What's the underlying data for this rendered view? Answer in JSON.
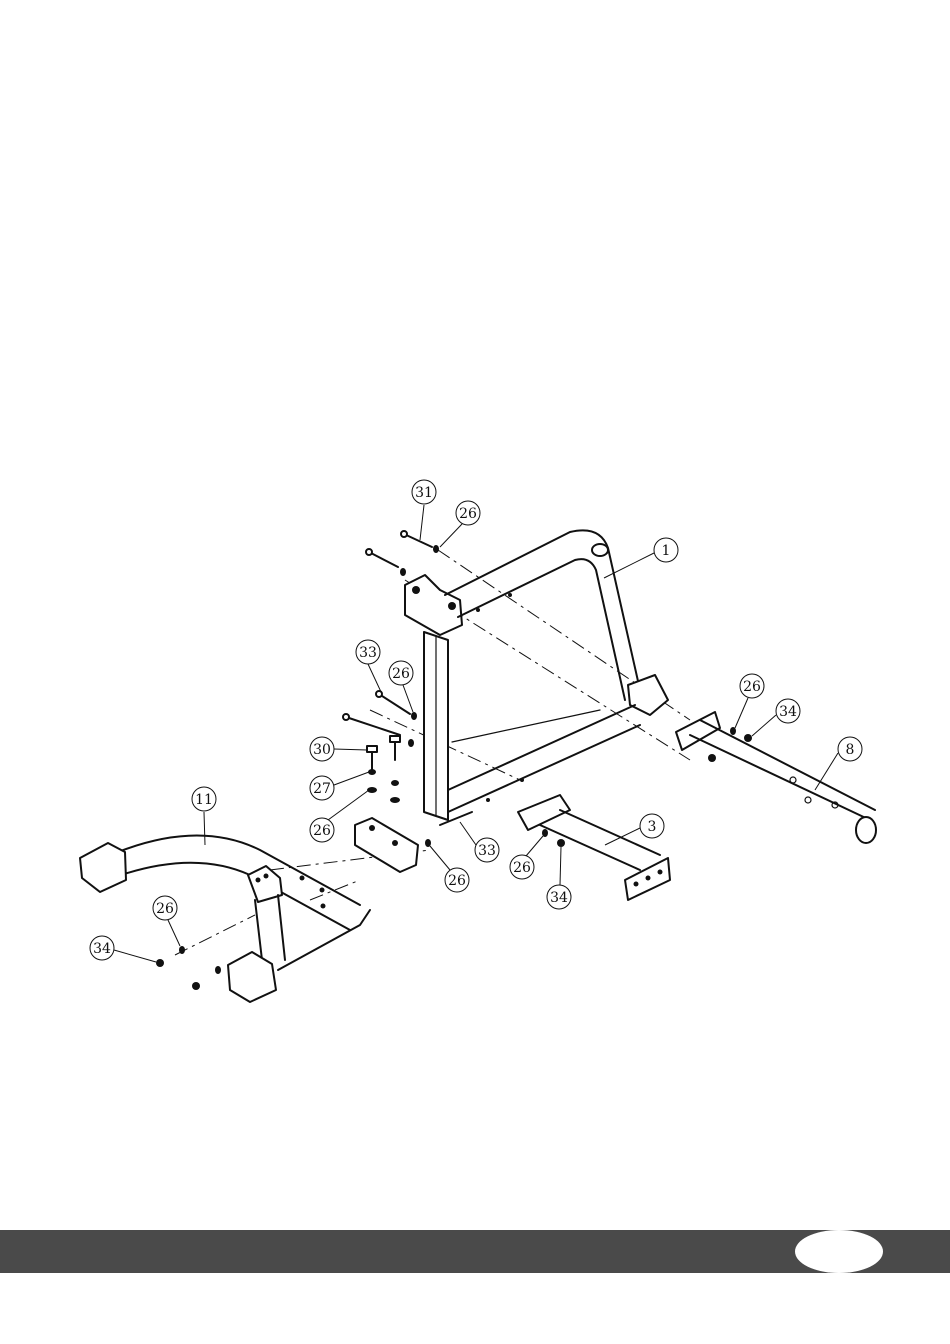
{
  "diagram": {
    "parts": [
      {
        "id": "part-1",
        "label": "1",
        "name": "main-frame"
      },
      {
        "id": "part-3",
        "label": "3",
        "name": "bracket"
      },
      {
        "id": "part-8",
        "label": "8",
        "name": "tube"
      },
      {
        "id": "part-11",
        "label": "11",
        "name": "base-frame"
      }
    ],
    "callouts": [
      {
        "key": "c31",
        "label": "31"
      },
      {
        "key": "c26a",
        "label": "26"
      },
      {
        "key": "c1",
        "label": "1"
      },
      {
        "key": "c33a",
        "label": "33"
      },
      {
        "key": "c26b",
        "label": "26"
      },
      {
        "key": "c30",
        "label": "30"
      },
      {
        "key": "c27",
        "label": "27"
      },
      {
        "key": "c26c",
        "label": "26"
      },
      {
        "key": "c33b",
        "label": "33"
      },
      {
        "key": "c26d",
        "label": "26"
      },
      {
        "key": "c26e",
        "label": "26"
      },
      {
        "key": "c34a",
        "label": "34"
      },
      {
        "key": "c8",
        "label": "8"
      },
      {
        "key": "c3",
        "label": "3"
      },
      {
        "key": "c26f",
        "label": "26"
      },
      {
        "key": "c34b",
        "label": "34"
      },
      {
        "key": "c11",
        "label": "11"
      },
      {
        "key": "c26g",
        "label": "26"
      },
      {
        "key": "c34c",
        "label": "34"
      }
    ]
  },
  "footer": {
    "bar_color": "#4a4a4a",
    "page_number": ""
  }
}
